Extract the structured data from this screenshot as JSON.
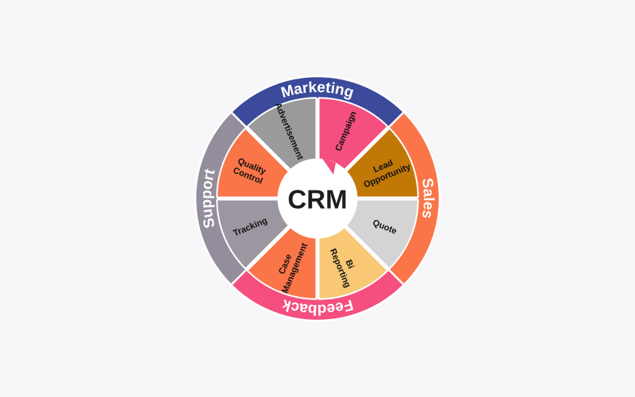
{
  "center": {
    "label": "CRM"
  },
  "outer_ring": [
    {
      "label": "Marketing",
      "color": "#3b4a9a"
    },
    {
      "label": "Sales",
      "color": "#fa7548"
    },
    {
      "label": "Feedback",
      "color": "#f44f7f"
    },
    {
      "label": "Support",
      "color": "#948e9c"
    }
  ],
  "segments": [
    {
      "lines": [
        "Campaign"
      ],
      "color": "#f44f7f"
    },
    {
      "lines": [
        "Lead",
        "Opportunity"
      ],
      "color": "#c27807"
    },
    {
      "lines": [
        "Quote"
      ],
      "color": "#d4d4d4"
    },
    {
      "lines": [
        "Bi",
        "Reporting"
      ],
      "color": "#f8c875"
    },
    {
      "lines": [
        "Case",
        "Management"
      ],
      "color": "#fa7548"
    },
    {
      "lines": [
        "Tracking"
      ],
      "color": "#9b96a0"
    },
    {
      "lines": [
        "Quality",
        "Control"
      ],
      "color": "#fa7548"
    },
    {
      "lines": [
        "Advertisement"
      ],
      "color": "#9a9a9a"
    }
  ],
  "colors": {
    "background": "#f7f7f9",
    "divider": "#ffffff",
    "center_fill": "#ffffff",
    "pointer": "#f44f7f"
  }
}
